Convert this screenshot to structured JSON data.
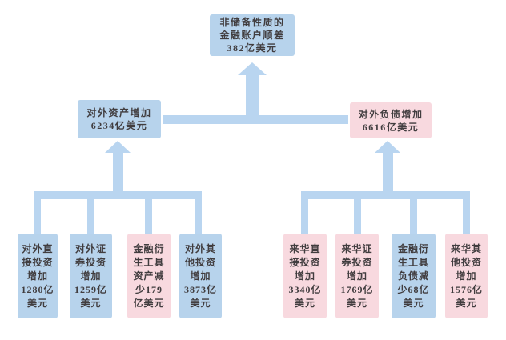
{
  "colors": {
    "background": "#ffffff",
    "blue-fill": "#b7d3ec",
    "pink-fill": "#f8d9df",
    "connector": "#b9d5f0",
    "text": "#413d3f"
  },
  "nodes": {
    "root": {
      "label": "非储备性质的金融账户顺差",
      "amount": "382亿美元",
      "text": "非储备性质的\n金融账户顺差\n382亿美元",
      "fill": "blue"
    },
    "left_parent": {
      "label": "对外资产增加",
      "amount": "6234亿美元",
      "text": "对外资产增加\n6234亿美元",
      "fill": "blue"
    },
    "right_parent": {
      "label": "对外负债增加",
      "amount": "6616亿美元",
      "text": "对外负债增加\n6616亿美元",
      "fill": "pink"
    },
    "left_children": [
      {
        "label": "对外直接投资增加",
        "amount": "1280亿美元",
        "text": "对外直\n接投资\n增加\n1280亿\n美元",
        "fill": "blue"
      },
      {
        "label": "对外证券投资增加",
        "amount": "1259亿美元",
        "text": "对外证\n券投资\n增加\n1259亿\n美元",
        "fill": "blue"
      },
      {
        "label": "金融衍生工具资产减少",
        "amount": "179亿美元",
        "text": "金融衍\n生工具\n资产减\n少179\n亿美元",
        "fill": "pink"
      },
      {
        "label": "对外其他投资增加",
        "amount": "3873亿美元",
        "text": "对外其\n他投资\n增加\n3873亿\n美元",
        "fill": "blue"
      }
    ],
    "right_children": [
      {
        "label": "来华直接投资增加",
        "amount": "3340亿美元",
        "text": "来华直\n接投资\n增加\n3340亿\n美元",
        "fill": "pink"
      },
      {
        "label": "来华证券投资增加",
        "amount": "1769亿美元",
        "text": "来华证\n券投资\n增加\n1769亿\n美元",
        "fill": "pink"
      },
      {
        "label": "金融衍生工具负债减少",
        "amount": "68亿美元",
        "text": "金融衍\n生工具\n负债减\n少68亿\n美元",
        "fill": "blue"
      },
      {
        "label": "来华其他投资增加",
        "amount": "1576亿美元",
        "text": "来华其\n他投资\n增加\n1576亿\n美元",
        "fill": "pink"
      }
    ]
  }
}
